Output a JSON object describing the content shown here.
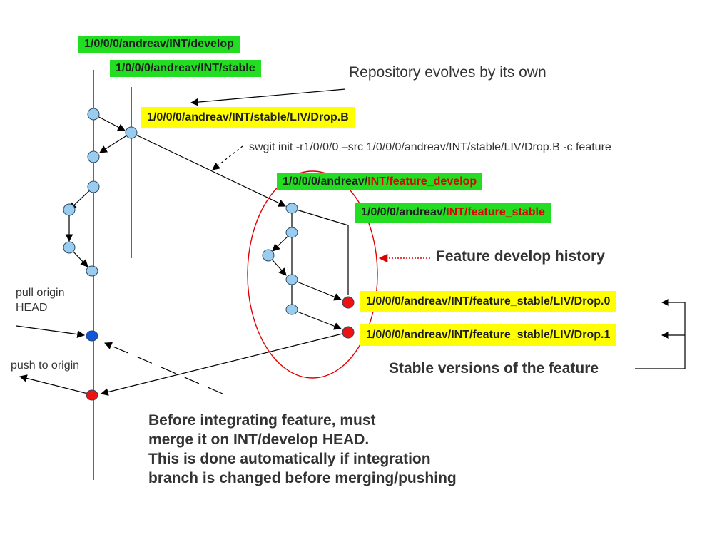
{
  "labels": {
    "develop": "1/0/0/0/andreav/INT/develop",
    "stable": "1/0/0/0/andreav/INT/stable",
    "drop_b": "1/0/0/0/andreav/INT/stable/LIV/Drop.B",
    "feature_develop_prefix": "1/0/0/0/andreav/",
    "feature_develop_suffix": "INT/feature_develop",
    "feature_stable_prefix": "1/0/0/0/andreav/",
    "feature_stable_suffix": "INT/feature_stable",
    "drop_0": "1/0/0/0/andreav/INT/feature_stable/LIV/Drop.0",
    "drop_1": "1/0/0/0/andreav/INT/feature_stable/LIV/Drop.1"
  },
  "annotations": {
    "repo_evolves": "Repository evolves by its own",
    "swgit_cmd": "swgit init -r1/0/0/0 –src 1/0/0/0/andreav/INT/stable/LIV/Drop.B -c feature",
    "feature_history": "Feature develop history",
    "pull_origin_line1": "pull origin",
    "pull_origin_line2": "HEAD",
    "push_origin": "push to origin",
    "stable_versions": "Stable versions of the feature",
    "note_lines": [
      "Before integrating feature, must",
      "merge it on INT/develop HEAD.",
      "This is done automatically if integration",
      "branch is changed before merging/pushing"
    ]
  },
  "colors": {
    "commit_fill": "#99ccee",
    "head_fill": "#1155dd",
    "stable_fill": "#ee1111",
    "label_green": "#22dd22",
    "label_yellow": "#ffff00",
    "ellipse_stroke": "#dd0000"
  }
}
